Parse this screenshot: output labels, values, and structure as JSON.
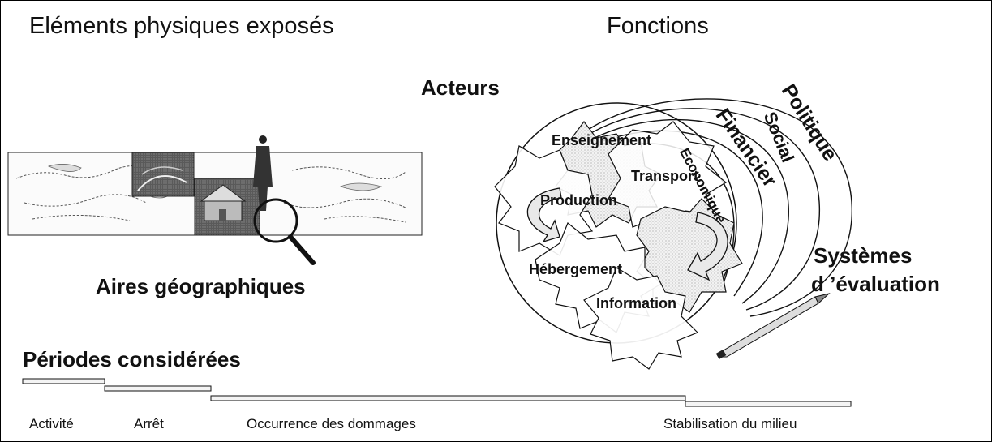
{
  "headings": {
    "elements_exposes": "Eléments physiques exposés",
    "fonctions": "Fonctions",
    "acteurs": "Acteurs",
    "aires": "Aires géographiques",
    "systemes_line1": "Systèmes",
    "systemes_line2": "d ’évaluation",
    "periodes": "Périodes considérées"
  },
  "functions": [
    "Enseignement",
    "Transport",
    "Production",
    "Hébergement",
    "Information"
  ],
  "arc_labels": [
    "Economique",
    "Financier",
    "Social",
    "Politique"
  ],
  "periods": [
    "Activité",
    "Arrêt",
    "Occurrence des dommages",
    "Stabilisation du milieu"
  ],
  "icons": {
    "map": "world-map-strip",
    "magnifier": "magnifying-glass-icon",
    "person": "person-silhouette-icon",
    "house": "house-icon",
    "pencil": "pencil-icon"
  }
}
